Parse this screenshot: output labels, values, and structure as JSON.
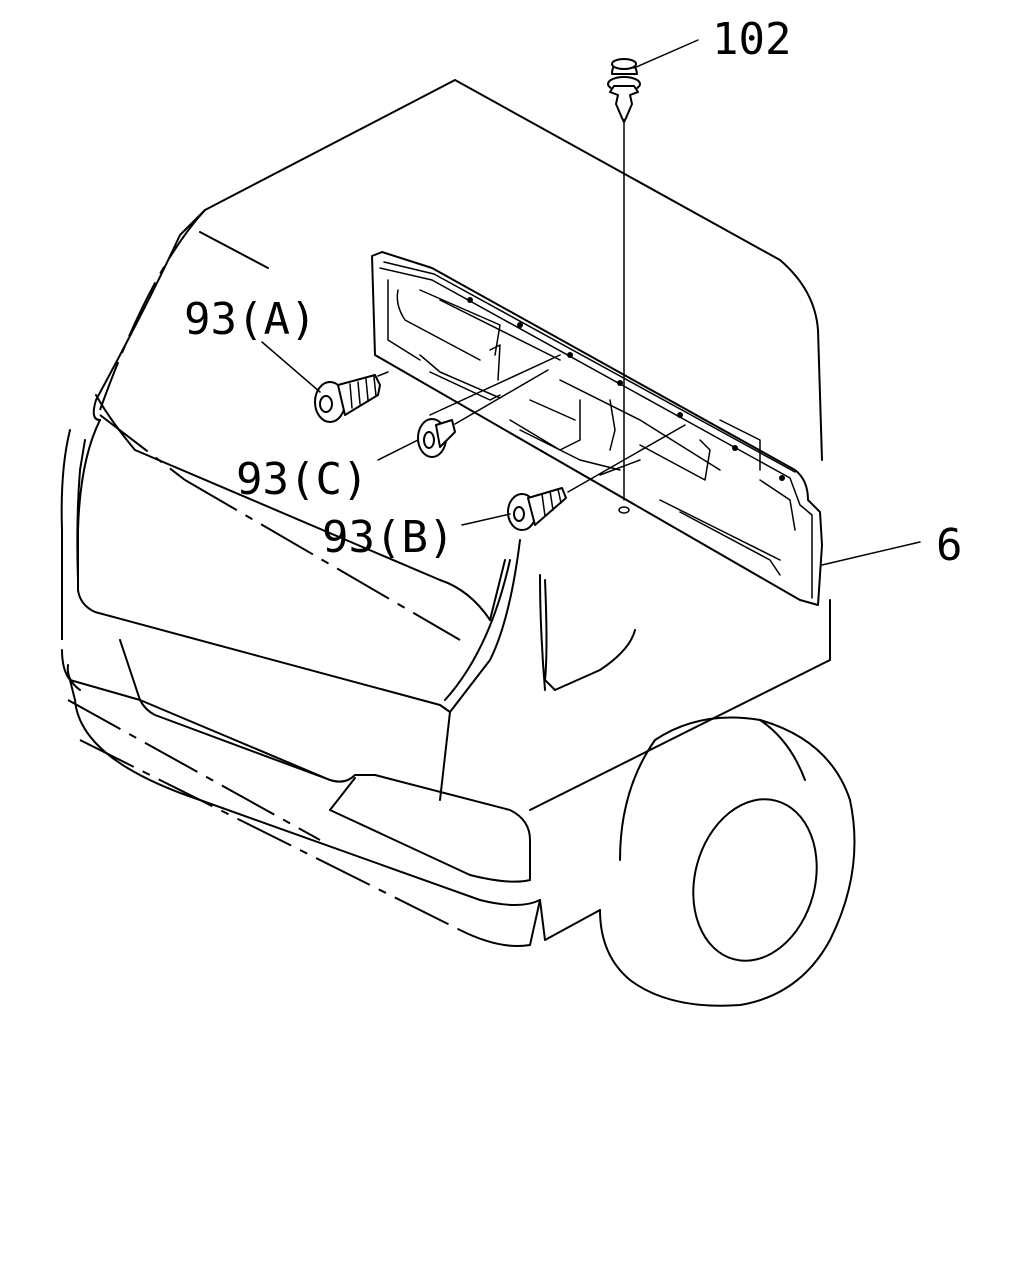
{
  "callouts": {
    "clip_top": "102",
    "screw_a": "93(A)",
    "screw_c": "93(C)",
    "screw_b": "93(B)",
    "panel": "6"
  }
}
